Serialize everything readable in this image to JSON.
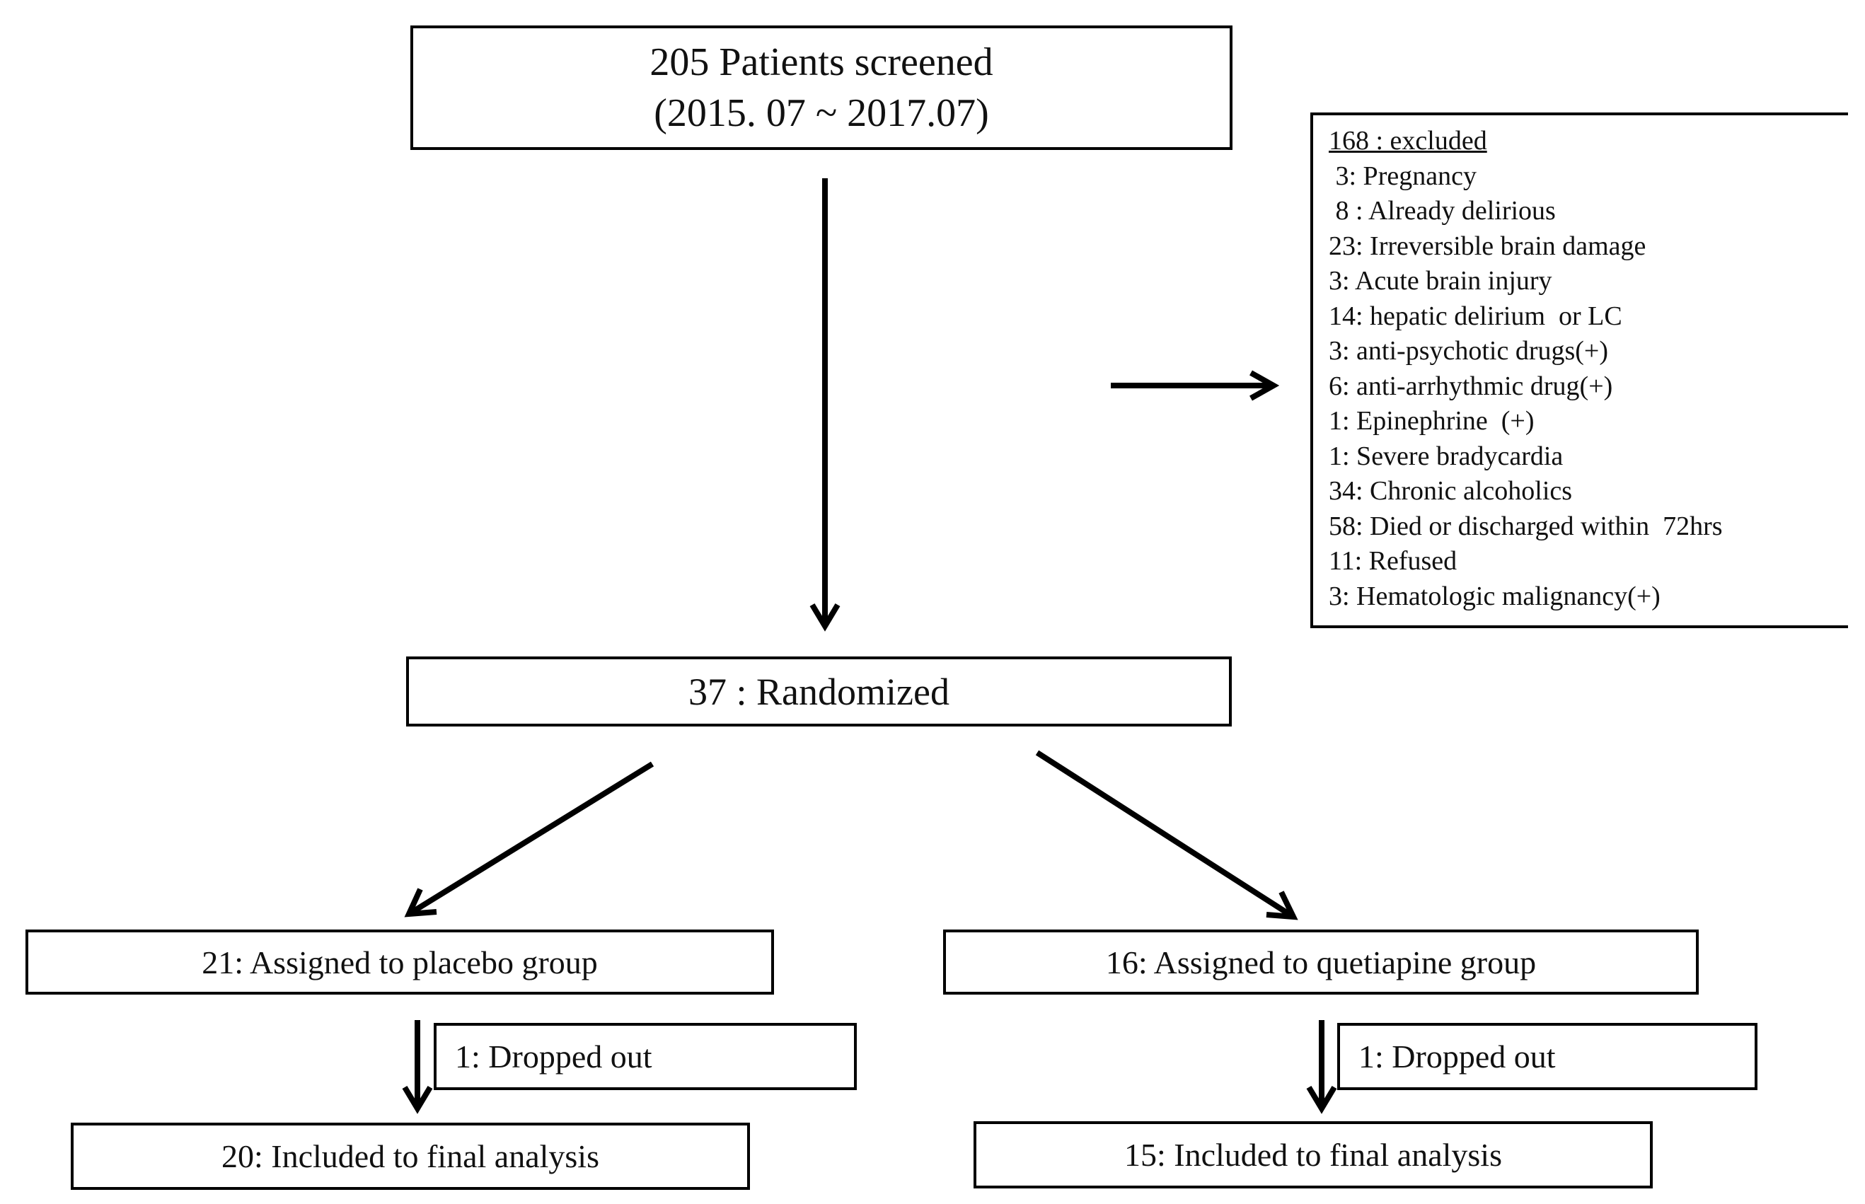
{
  "screened": {
    "line1": "205 Patients screened",
    "line2": "(2015. 07 ~ 2017.07)"
  },
  "excluded": {
    "header": "168 : excluded",
    "items": [
      " 3: Pregnancy",
      " 8 : Already delirious",
      "23: Irreversible brain damage",
      "3: Acute brain injury",
      "14: hepatic delirium  or LC",
      "3: anti-psychotic drugs(+)",
      "6: anti-arrhythmic drug(+)",
      "1: Epinephrine  (+)",
      "1: Severe bradycardia",
      "34: Chronic alcoholics",
      "58: Died or discharged within  72hrs",
      "11: Refused",
      "3: Hematologic malignancy(+)"
    ]
  },
  "randomized": "37 : Randomized",
  "placebo": {
    "assigned": "21: Assigned to placebo group",
    "dropped": "1: Dropped out",
    "final": "20: Included to final analysis"
  },
  "quetiapine": {
    "assigned": "16: Assigned to quetiapine  group",
    "dropped": "1: Dropped out",
    "final": "15: Included to final analysis"
  }
}
